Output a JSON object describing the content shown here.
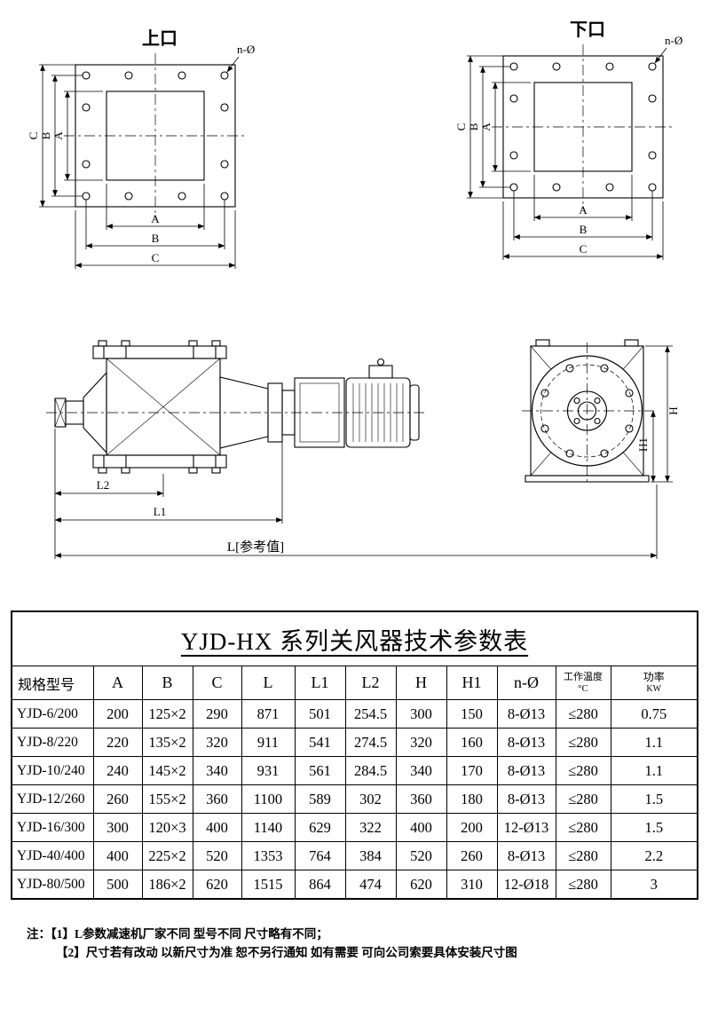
{
  "flange_top": {
    "title": "上口",
    "bolt_label": "n-Ø",
    "dim_a": "A",
    "dim_b": "B",
    "dim_c": "C"
  },
  "flange_bottom": {
    "title": "下口",
    "bolt_label": "n-Ø",
    "dim_a": "A",
    "dim_b": "B",
    "dim_c": "C"
  },
  "side_view": {
    "dim_l2": "L2",
    "dim_l1": "L1",
    "dim_l": "L[参考值]"
  },
  "front_view": {
    "dim_h": "H",
    "dim_h1": "H1"
  },
  "table": {
    "title": "YJD-HX 系列关风器技术参数表",
    "headers": {
      "model": "规格型号",
      "a": "A",
      "b": "B",
      "c": "C",
      "l": "L",
      "l1": "L1",
      "l2": "L2",
      "h": "H",
      "h1": "H1",
      "n": "n-Ø",
      "temp_line1": "工作温度",
      "temp_line2": "°C",
      "power_line1": "功率",
      "power_line2": "KW"
    },
    "rows": [
      {
        "model": "YJD-6/200",
        "a": "200",
        "b": "125×2",
        "c": "290",
        "l": "871",
        "l1": "501",
        "l2": "254.5",
        "h": "300",
        "h1": "150",
        "n": "8-Ø13",
        "temp": "≤280",
        "kw": "0.75"
      },
      {
        "model": "YJD-8/220",
        "a": "220",
        "b": "135×2",
        "c": "320",
        "l": "911",
        "l1": "541",
        "l2": "274.5",
        "h": "320",
        "h1": "160",
        "n": "8-Ø13",
        "temp": "≤280",
        "kw": "1.1"
      },
      {
        "model": "YJD-10/240",
        "a": "240",
        "b": "145×2",
        "c": "340",
        "l": "931",
        "l1": "561",
        "l2": "284.5",
        "h": "340",
        "h1": "170",
        "n": "8-Ø13",
        "temp": "≤280",
        "kw": "1.1"
      },
      {
        "model": "YJD-12/260",
        "a": "260",
        "b": "155×2",
        "c": "360",
        "l": "1100",
        "l1": "589",
        "l2": "302",
        "h": "360",
        "h1": "180",
        "n": "8-Ø13",
        "temp": "≤280",
        "kw": "1.5"
      },
      {
        "model": "YJD-16/300",
        "a": "300",
        "b": "120×3",
        "c": "400",
        "l": "1140",
        "l1": "629",
        "l2": "322",
        "h": "400",
        "h1": "200",
        "n": "12-Ø13",
        "temp": "≤280",
        "kw": "1.5"
      },
      {
        "model": "YJD-40/400",
        "a": "400",
        "b": "225×2",
        "c": "520",
        "l": "1353",
        "l1": "764",
        "l2": "384",
        "h": "520",
        "h1": "260",
        "n": "8-Ø13",
        "temp": "≤280",
        "kw": "2.2"
      },
      {
        "model": "YJD-80/500",
        "a": "500",
        "b": "186×2",
        "c": "620",
        "l": "1515",
        "l1": "864",
        "l2": "474",
        "h": "620",
        "h1": "310",
        "n": "12-Ø18",
        "temp": "≤280",
        "kw": "3"
      }
    ]
  },
  "notes": {
    "label": "注：",
    "line1": "【1】L参数减速机厂家不同 型号不同 尺寸略有不同；",
    "line2": "【2】尺寸若有改动 以新尺寸为准 恕不另行通知 如有需要 可向公司索要具体安装尺寸图"
  }
}
